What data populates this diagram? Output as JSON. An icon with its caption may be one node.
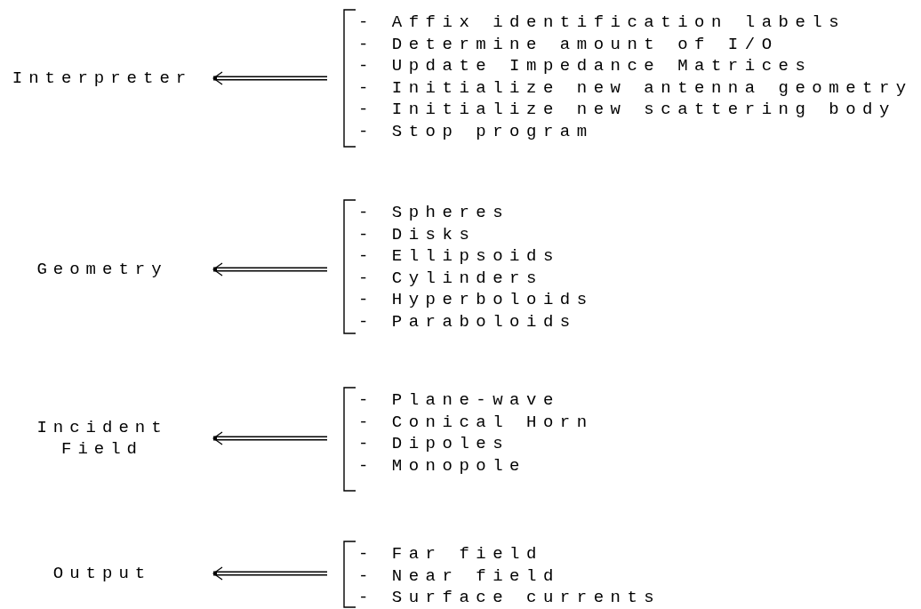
{
  "diagram": {
    "nodes": [
      {
        "text": [
          "Interpreter"
        ]
      },
      {
        "text": [
          "- Affix identification labels",
          "- Determine amount of I/O",
          "- Update Impedance Matrices",
          "- Initialize new antenna geometry",
          "- Initialize new scattering body",
          "- Stop program"
        ]
      },
      {
        "text": [
          "Geometry"
        ]
      },
      {
        "text": [
          "- Spheres",
          "- Disks",
          "- Ellipsoids",
          "- Cylinders",
          "- Hyperboloids",
          "- Paraboloids"
        ]
      },
      {
        "text": [
          "Incident Field"
        ]
      },
      {
        "text": [
          "- Plane-wave",
          "- Conical Horn",
          "- Dipoles",
          "- Monopole"
        ]
      },
      {
        "text": [
          "Output"
        ]
      },
      {
        "text": [
          "- Far field",
          "- Near field",
          "- Surface currents"
        ]
      }
    ],
    "edges": [
      {
        "from": 1,
        "to": 0,
        "arrow": "to"
      },
      {
        "from": 3,
        "to": 2,
        "arrow": "to"
      },
      {
        "from": 5,
        "to": 4,
        "arrow": "to"
      },
      {
        "from": 7,
        "to": 6,
        "arrow": "to"
      }
    ]
  }
}
